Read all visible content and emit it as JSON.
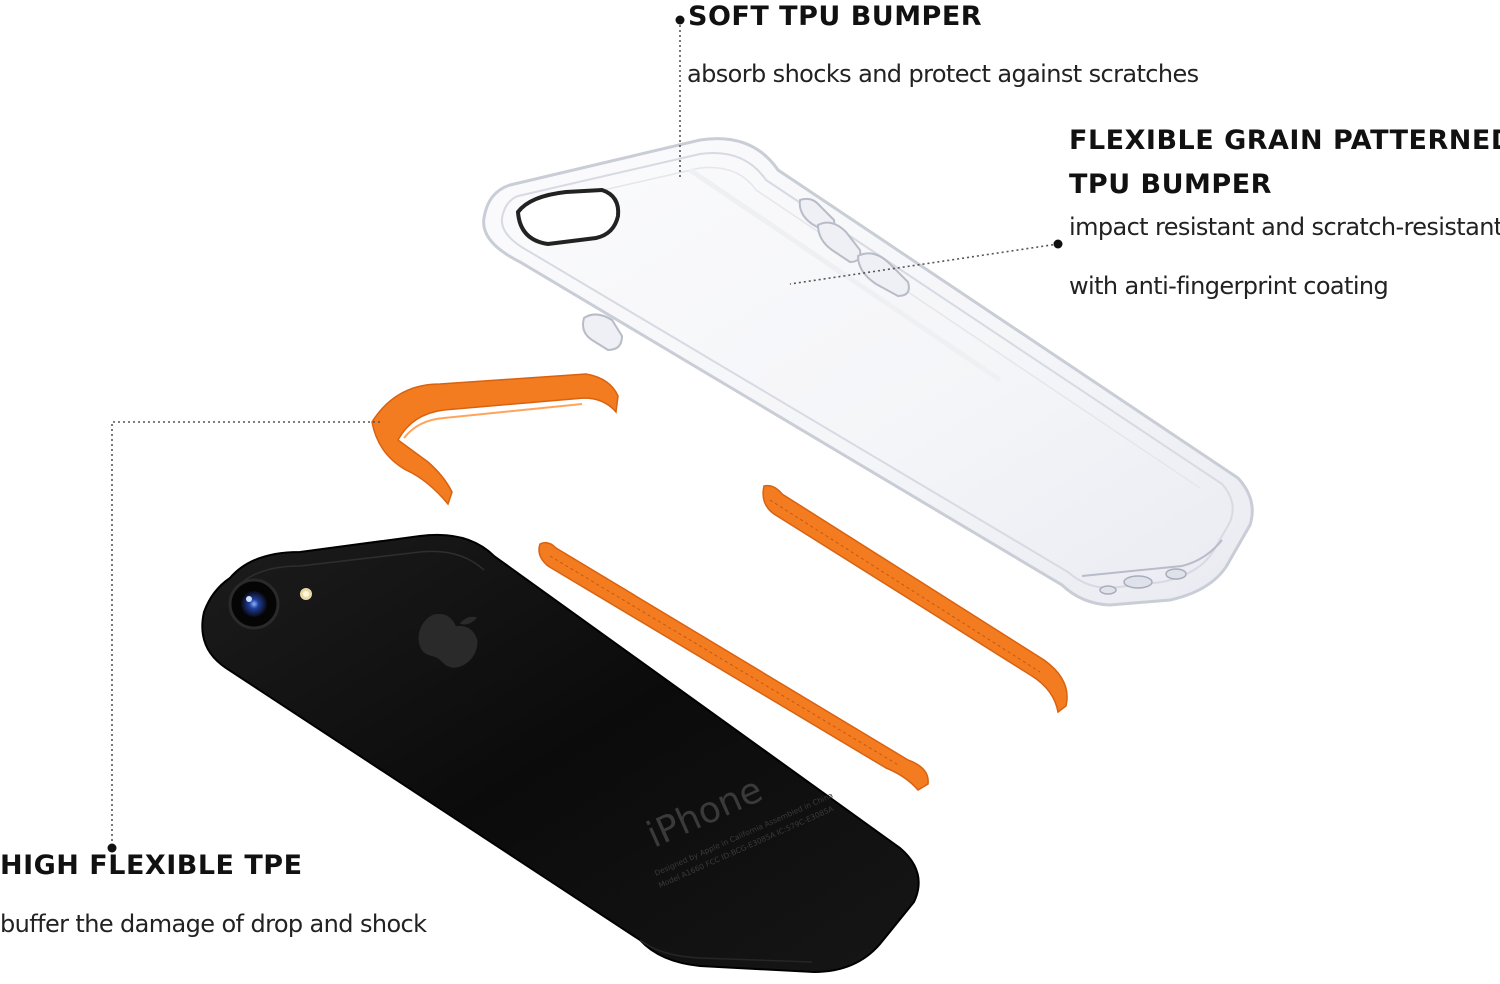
{
  "callouts": {
    "soft_tpu": {
      "title": "SOFT TPU BUMPER",
      "description": "absorb shocks and protect against scratches"
    },
    "grain_tpu": {
      "title_line1": "FLEXIBLE GRAIN PATTERNED",
      "title_line2": "TPU BUMPER",
      "description_line1": "impact resistant and scratch-resistant",
      "description_line2": "with anti-fingerprint coating"
    },
    "tpe": {
      "title": "HIGH FLEXIBLE TPE",
      "description": "buffer the damage of drop and shock"
    }
  },
  "phone": {
    "brand_text": "iPhone",
    "fine_print_1": "Designed by Apple in California  Assembled in China",
    "fine_print_2": "Model A1660  FCC ID:BCG-E3085A  IC:579C-E3085A"
  },
  "colors": {
    "accent_orange": "#f47c20",
    "phone_body": "#0d0d0d",
    "clear_case_edge": "#c9cdd6",
    "text": "#111111"
  },
  "icons": [
    "apple-logo-icon",
    "camera-lens-icon",
    "flash-icon"
  ]
}
